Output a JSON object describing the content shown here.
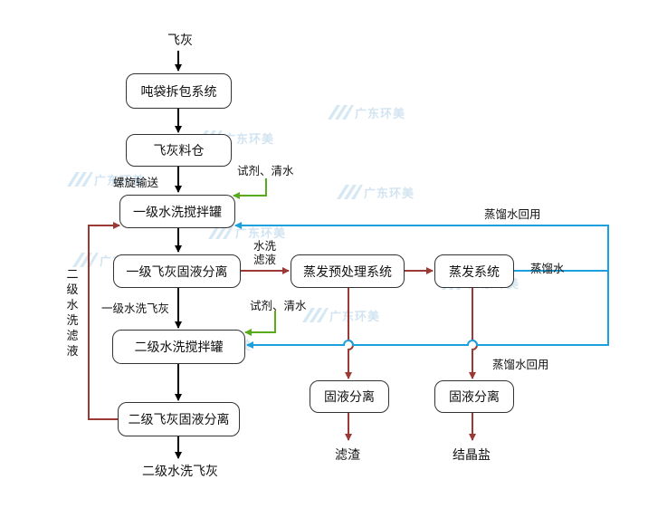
{
  "diagram": {
    "nodes": {
      "input": "飞灰",
      "bag_unpack": "吨袋拆包系统",
      "silo": "飞灰料仓",
      "wash1": "一级水洗搅拌罐",
      "sep1": "一级飞灰固液分离",
      "wash2": "二级水洗搅拌罐",
      "sep2": "二级飞灰固液分离",
      "output_ash": "二级水洗飞灰",
      "evap_pre": "蒸发预处理系统",
      "evap": "蒸发系统",
      "sl_sep_a": "固液分离",
      "sl_sep_b": "固液分离",
      "residue": "滤渣",
      "salt": "结晶盐"
    },
    "labels": {
      "screw": "螺旋输送",
      "reagent1": "试剂、清水",
      "reagent2": "试剂、清水",
      "wash_filtrate": "水洗滤液",
      "ash1": "一级水洗飞灰",
      "filtrate2": "二级水洗滤液",
      "distill_return1": "蒸馏水回用",
      "distill": "蒸馏水",
      "distill_return2": "蒸馏水回用"
    },
    "watermark": "广东环美",
    "colors": {
      "main": "#000000",
      "filtrate": "#9b3a34",
      "reagent": "#5aaa1e",
      "water": "#1aa0dc"
    }
  }
}
